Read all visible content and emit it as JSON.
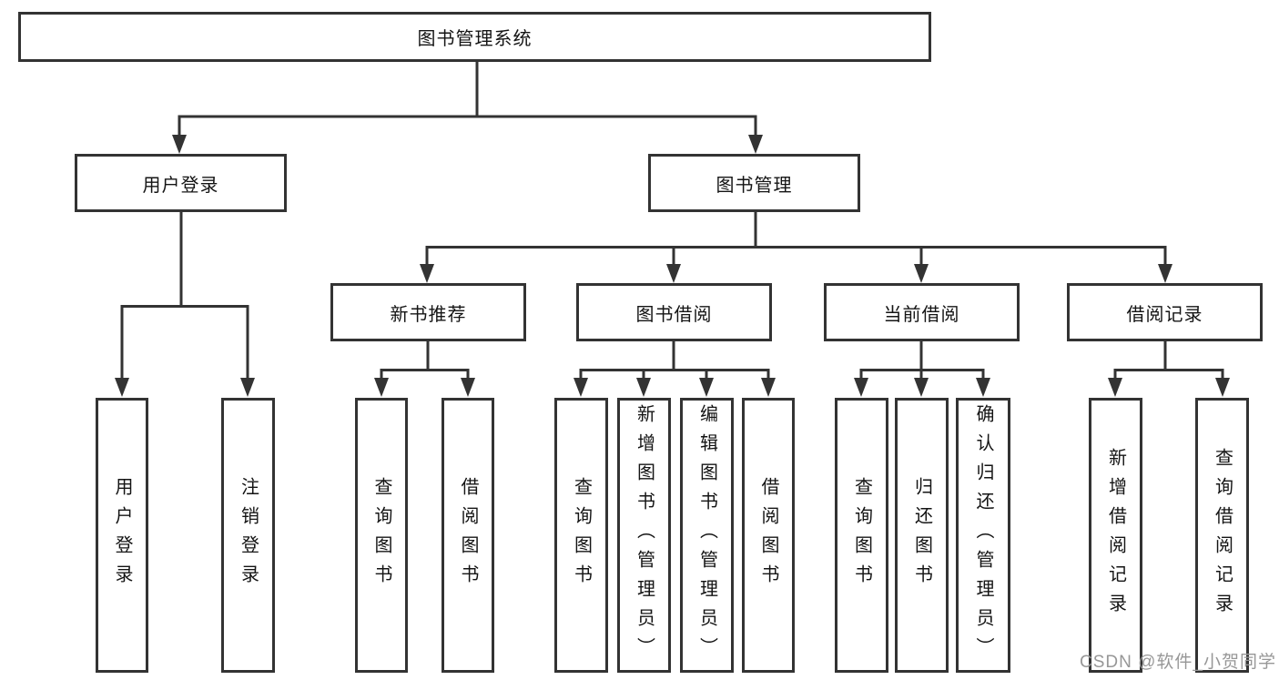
{
  "watermark": "CSDN @软件_小贺同学",
  "colors": {
    "background": "#ffffff",
    "line": "#333333",
    "text": "#141414",
    "watermark": "#979797"
  },
  "tree": {
    "root": {
      "label": "图书管理系统"
    },
    "branches": [
      {
        "label": "用户登录",
        "children": [
          {
            "label": "用户登录"
          },
          {
            "label": "注销登录"
          }
        ]
      },
      {
        "label": "图书管理",
        "children": [
          {
            "label": "新书推荐",
            "children": [
              {
                "label": "查询图书"
              },
              {
                "label": "借阅图书"
              }
            ]
          },
          {
            "label": "图书借阅",
            "children": [
              {
                "label": "查询图书"
              },
              {
                "label": "新增图书（管理员）"
              },
              {
                "label": "编辑图书（管理员）"
              },
              {
                "label": "借阅图书"
              }
            ]
          },
          {
            "label": "当前借阅",
            "children": [
              {
                "label": "查询图书"
              },
              {
                "label": "归还图书"
              },
              {
                "label": "确认归还（管理员）"
              }
            ]
          },
          {
            "label": "借阅记录",
            "children": [
              {
                "label": "新增借阅记录"
              },
              {
                "label": "查询借阅记录"
              }
            ]
          }
        ]
      }
    ]
  }
}
